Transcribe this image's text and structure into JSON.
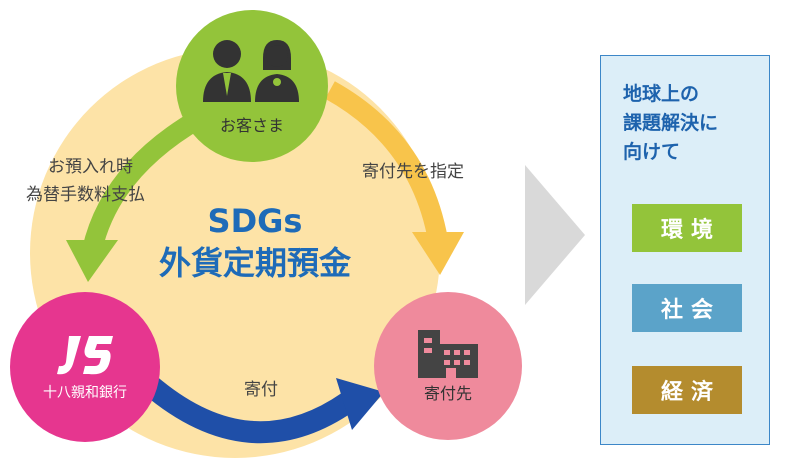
{
  "diagram": {
    "title_line1": "SDGs",
    "title_line2": "外貨定期預金",
    "nodes": {
      "customer": {
        "label": "お客さま",
        "icon": "two-people-icon",
        "color": "#93c43a"
      },
      "bank": {
        "label": "十八親和銀行",
        "logo": "JS",
        "color": "#e6368f"
      },
      "recipient": {
        "label": "寄付先",
        "icon": "building-icon",
        "color": "#ef8a9c"
      }
    },
    "edges": {
      "customer_to_bank": {
        "line1": "お預入れ時",
        "line2": "為替手数料支払",
        "color": "#93c43a"
      },
      "customer_to_recipient": {
        "label": "寄付先を指定",
        "color": "#f8c44b"
      },
      "bank_to_recipient": {
        "label": "寄付",
        "color": "#1f4fa8"
      }
    }
  },
  "panel": {
    "heading_line1": "地球上の",
    "heading_line2": "課題解決に",
    "heading_line3": "向けて",
    "items": [
      {
        "label": "環境",
        "color": "#93c43a"
      },
      {
        "label": "社会",
        "color": "#5ba3c9"
      },
      {
        "label": "経済",
        "color": "#b48c2e"
      }
    ]
  }
}
